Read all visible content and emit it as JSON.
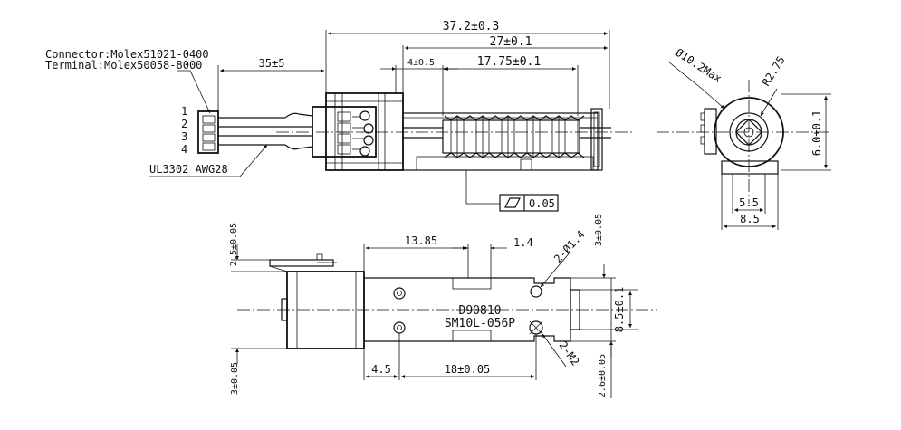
{
  "callouts": {
    "connector": "Connector:Molex51021-0400",
    "terminal": "Terminal:Molex50058-8000",
    "wire": "UL3302  AWG28",
    "pins": [
      "1",
      "2",
      "3",
      "4"
    ]
  },
  "dims": {
    "overall": "37.2±0.3",
    "body": "27±0.1",
    "shaft_offset": "4±0.5",
    "screw": "17.75±0.1",
    "lead": "35±5",
    "flatness": "0.05",
    "diameter": "Ø10.2Max",
    "radius": "R2.75",
    "height": "6.0±0.1",
    "base_inner": "5.5",
    "base_outer": "8.5",
    "top_width": "13.85",
    "slot": "1.4",
    "holes": "2-Ø1.4",
    "hole_edge": "3±0.05",
    "screws": "2-M2",
    "top_height": "8.5±0.1",
    "top_offset": "2.6±0.05",
    "bottom_left": "4.5",
    "bottom_span": "18±0.05",
    "left_upper": "2.5±0.05",
    "left_lower": "3±0.05"
  },
  "labels": {
    "model_line1": "D90810",
    "model_line2": "SM10L-056P"
  }
}
